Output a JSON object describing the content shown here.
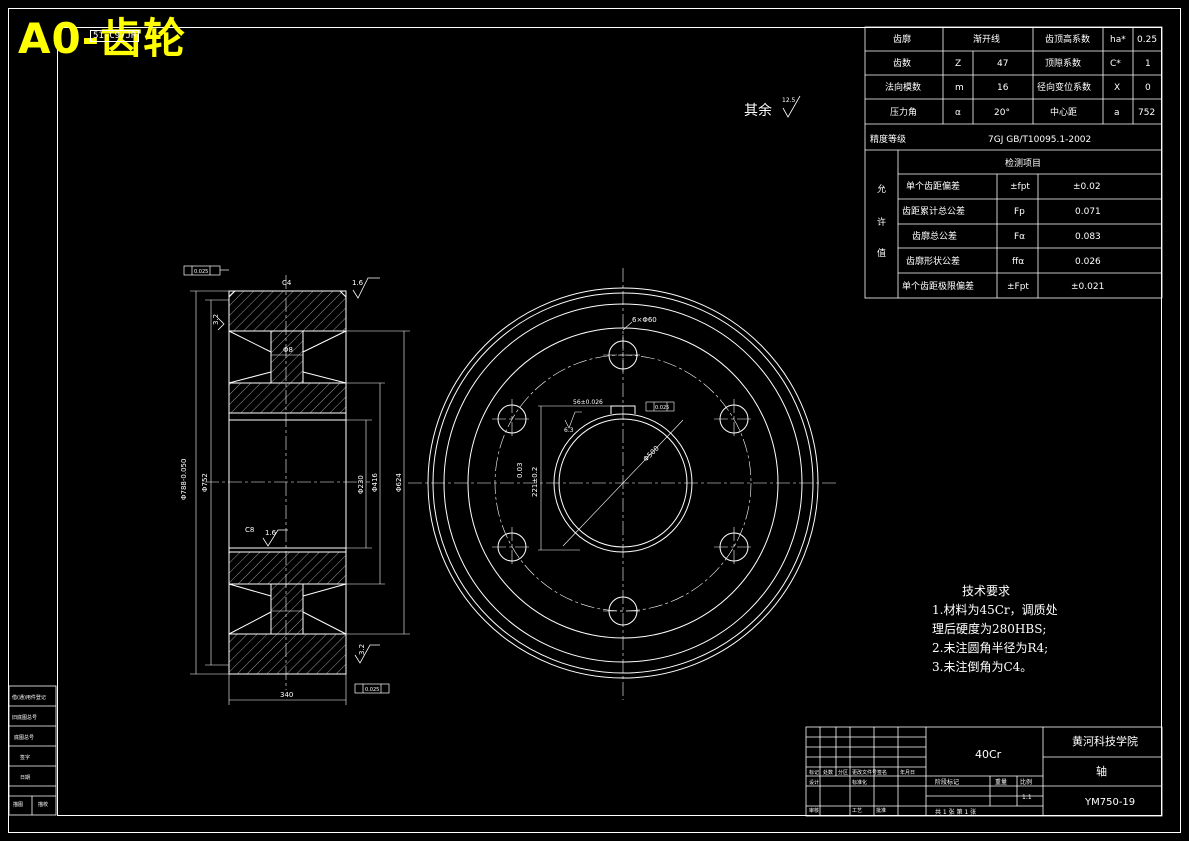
{
  "title": "A0-齿轮",
  "drawing_code": "51-C9/JR",
  "rest_finish": {
    "label": "其余",
    "value": "12.5"
  },
  "gear_table": {
    "rows": [
      [
        "齿廓",
        "",
        "渐开线",
        "齿顶高系数",
        "ha*",
        "0.25"
      ],
      [
        "齿数",
        "Z",
        "47",
        "顶隙系数",
        "C*",
        "1"
      ],
      [
        "法向模数",
        "m",
        "16",
        "径向变位系数",
        "X",
        "0"
      ],
      [
        "压力角",
        "α",
        "20°",
        "中心距",
        "a",
        "752"
      ]
    ],
    "accuracy_label": "精度等级",
    "accuracy_value": "7GJ  GB/T10095.1-2002",
    "inspect_title": "检测项目",
    "allow_label": [
      "允",
      "许",
      "值"
    ],
    "inspect_rows": [
      [
        "单个齿距偏差",
        "±fpt",
        "±0.02"
      ],
      [
        "齿距累计总公差",
        "Fp",
        "0.071"
      ],
      [
        "齿廓总公差",
        "Fα",
        "0.083"
      ],
      [
        "齿廓形状公差",
        "ffα",
        "0.026"
      ],
      [
        "单个齿距极限偏差",
        "±Fpt",
        "±0.021"
      ]
    ]
  },
  "tech_notes": {
    "heading": "技术要求",
    "lines": [
      "1.材料为45Cr，调质处",
      "理后硬度为280HBS;",
      "2.未注圆角半径为R4;",
      "3.未注倒角为C4。"
    ]
  },
  "title_block": {
    "material": "40Cr",
    "school": "黄河科技学院",
    "part_name": "轴",
    "drawing_no": "YM750-19",
    "scale": "1:1",
    "sheet": "共 1 张  第 1 张",
    "weight_label": "重量",
    "scale_label": "比例",
    "stage_label": "阶段标记",
    "small_labels": [
      "标记",
      "处数",
      "分区",
      "更改文件号",
      "签名",
      "年月日",
      "设计",
      "标准化",
      "审核",
      "工艺",
      "批准"
    ]
  },
  "side_strip": {
    "labels": [
      "借(通)用件登记",
      "旧底图总号",
      "底图总号",
      "签字",
      "日期",
      "描图",
      "描校"
    ]
  },
  "dimensions": {
    "side_width": "340",
    "side_chamfer_top": "C4",
    "side_chamfer_mid": "C8",
    "side_rough_top": "1.6",
    "side_rough_mid": "1.6",
    "side_rough_left": "3.2",
    "side_rough_bottom": "3.2",
    "outer_dia": "Φ788-0.050",
    "outer_dia2": "Φ752",
    "bore_dia": "Φ230",
    "hub_dia": "Φ416",
    "web_dia": "Φ624",
    "web_width": "Φ8",
    "key_width": "56±0.026",
    "key_depth": "221±0.2",
    "bolt_holes": "6×Φ60",
    "front_rough": "6.3",
    "front_dia": "Φ500",
    "runout": "0.025",
    "key_parallel": "0.03"
  }
}
